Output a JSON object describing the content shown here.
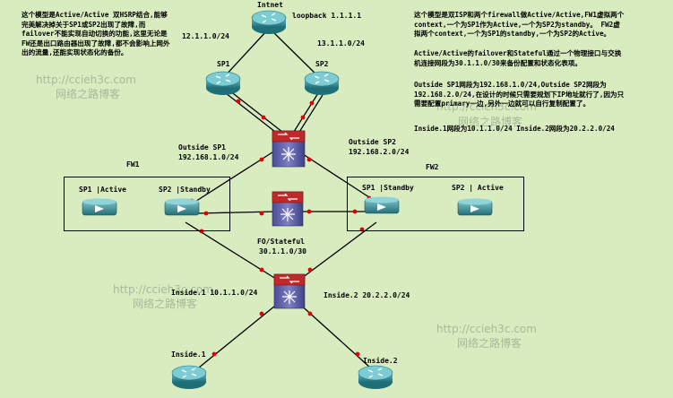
{
  "notes": {
    "left": "这个模型是Active/Active 双HSRP结合,能够完美解决掉关于SP1或SP2出现了故障,而failover不能实现自动切换的功能,这里无论是FW还是出口路由器出现了故障,都不会影响上网外出的流量,还能实现状态化的备份。",
    "right1": "这个模型是双ISP和两个firewall做Active/Active,FW1虚拟两个context,一个为SP1作为Active,一个为SP2为standby。 FW2虚拟两个context,一个为SP1的standby,一个为SP2的Active。",
    "right2": "Active/Active的failover和Stateful通过一个物理接口与交换机连接网段为30.1.1.0/30来备份配置和状态化表项。",
    "right3": "Outside SP1网段为192.168.1.0/24,Outside SP2网段为192.168.2.0/24,在设计的时候只需要规划下IP地址就行了,因为只需要配置primary一边,另外一边就可以自行复制配置了。",
    "right4": "Inside.1网段为10.1.1.0/24 Inside.2网段为20.2.2.0/24"
  },
  "labels": {
    "intnet": "Intnet",
    "loopback": "loopback 1.1.1.1",
    "net12": "12.1.1.0/24",
    "net13": "13.1.1.0/24",
    "sp1": "SP1",
    "sp2": "SP2",
    "outside_sp1": "Outside SP1",
    "outside_sp1_net": "192.168.1.0/24",
    "outside_sp2": "Outside SP2",
    "outside_sp2_net": "192.168.2.0/24",
    "fw1": "FW1",
    "fw2": "FW2",
    "fw1_ctx1": "SP1 |Active",
    "fw1_ctx2": "SP2 |Standby",
    "fw2_ctx1": "SP1 |Standby",
    "fw2_ctx2": "SP2 | Active",
    "fo": "FO/Stateful",
    "fo_net": "30.1.1.0/30",
    "inside1_net": "Inside.1 10.1.1.0/24",
    "inside2_net": "Inside.2 20.2.2.0/24",
    "inside1": "Inside.1",
    "inside2": "Inside.2"
  },
  "watermarks": [
    "http://ccieh3c.com",
    "网络之路博客"
  ],
  "colors": {
    "background": "#d9ecc0",
    "router": "#2e8a94",
    "switch": "#5d5ea6",
    "switch_top": "#c0282a",
    "port_dot": "#e00000"
  }
}
